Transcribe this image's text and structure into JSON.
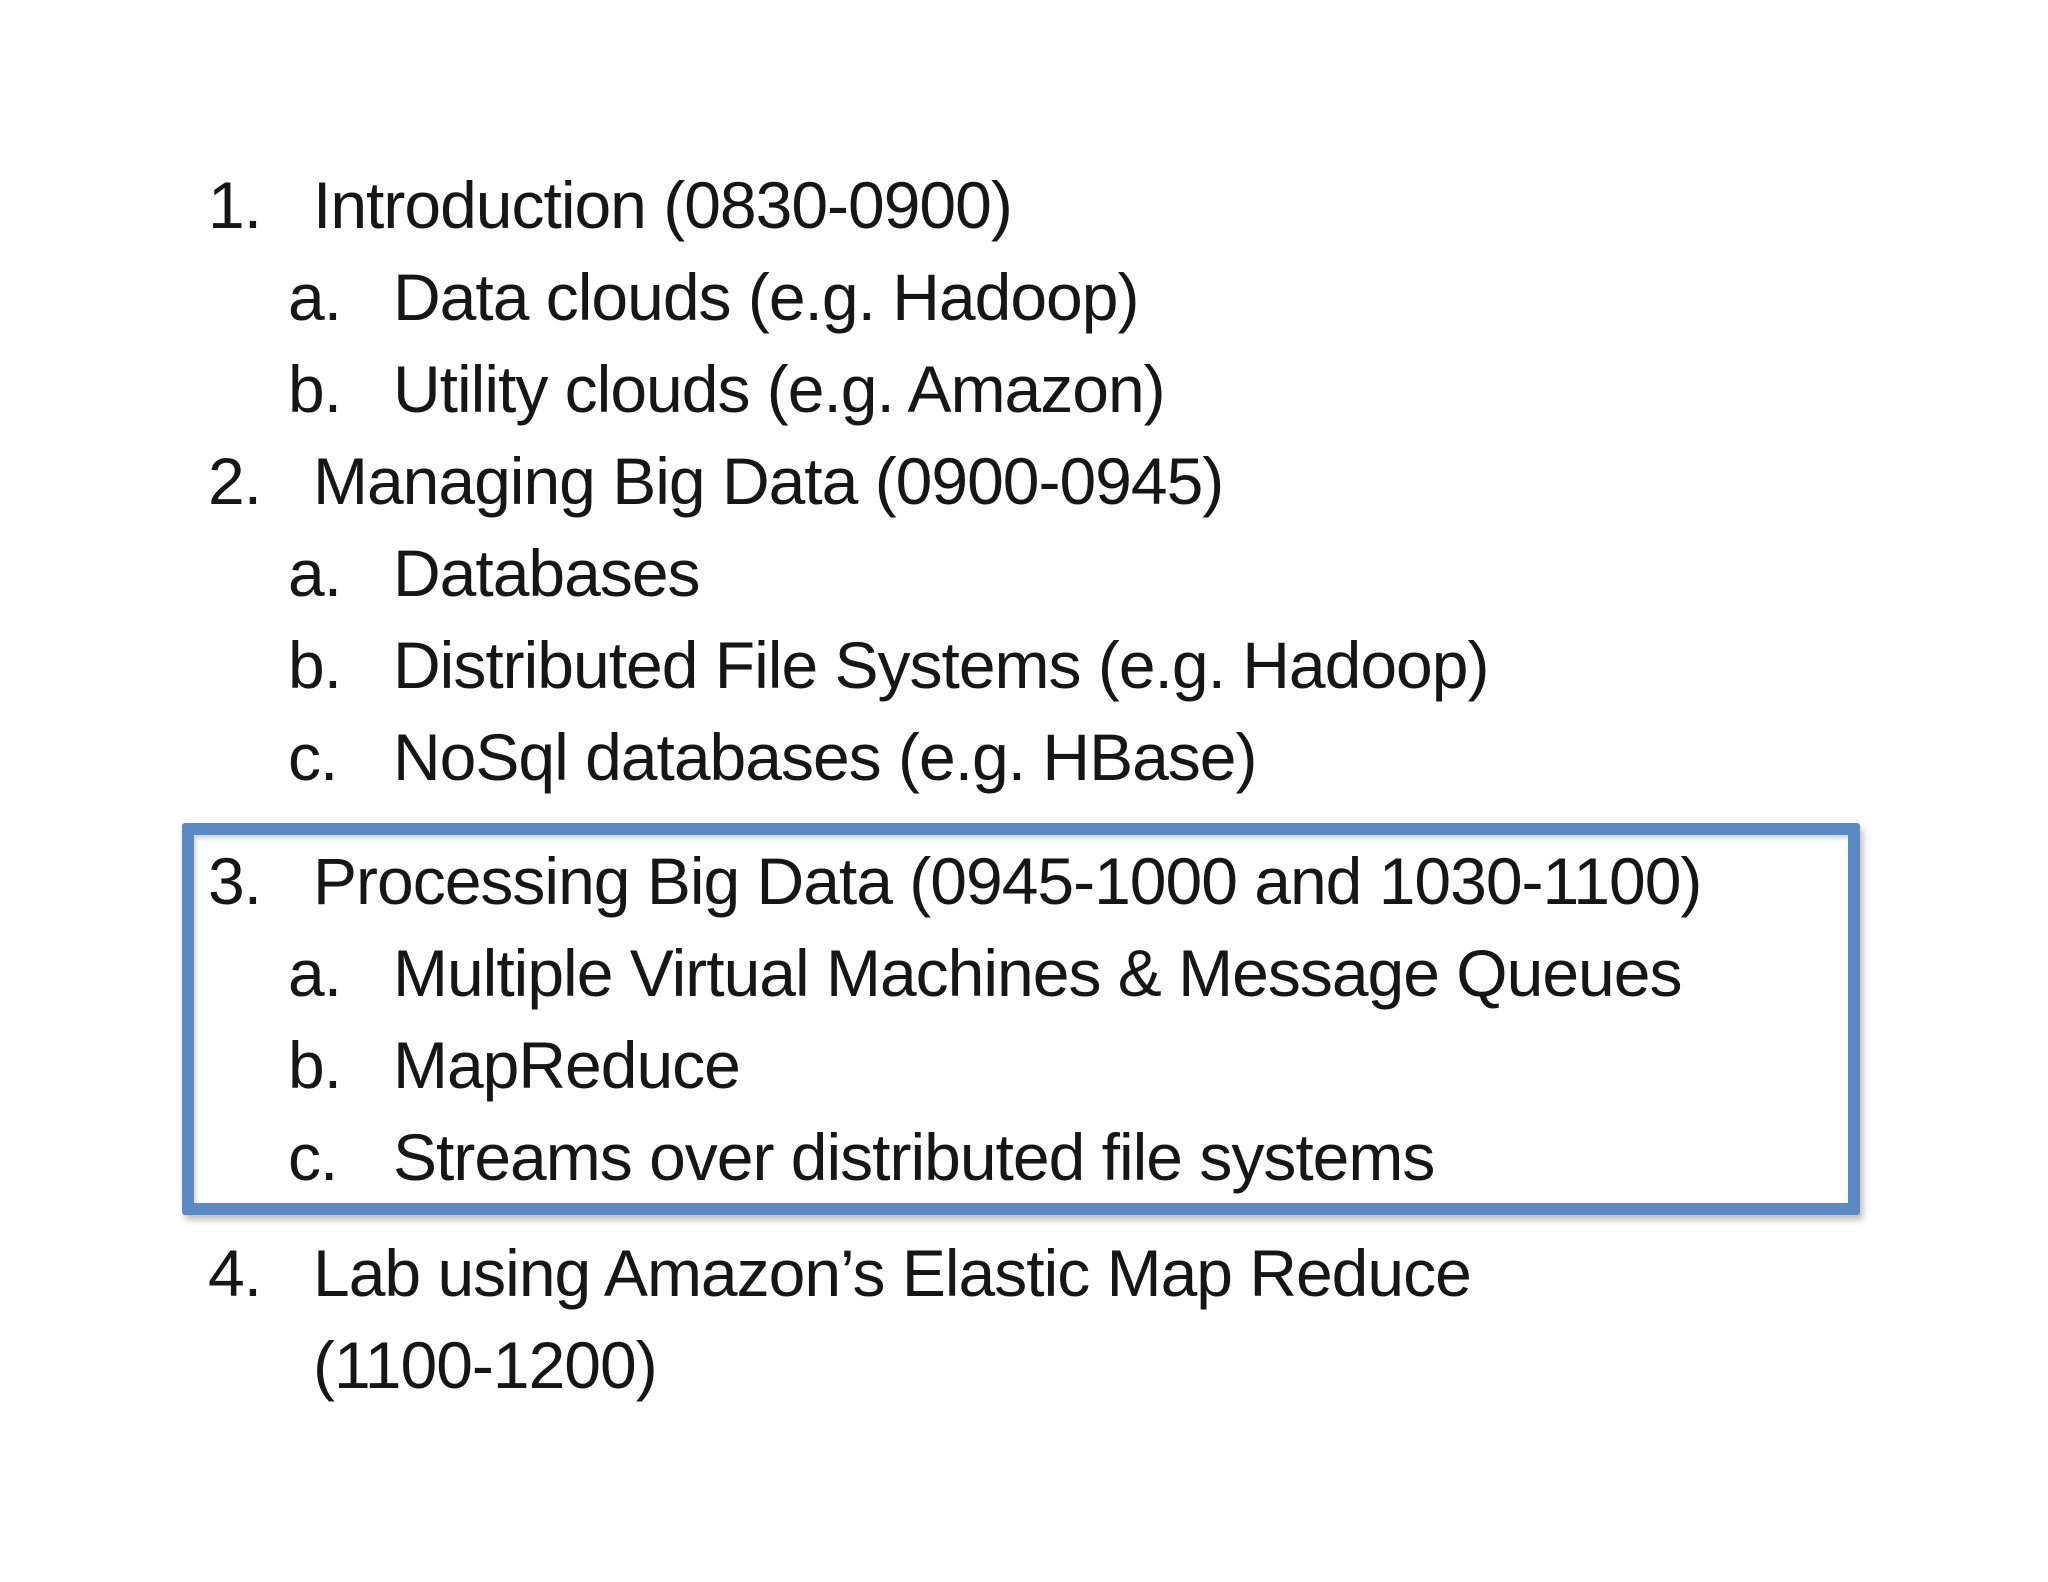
{
  "slide": {
    "background_color": "#ffffff",
    "text_color": "#161616"
  },
  "outline": {
    "highlight_box_color": "#5b89c4",
    "items": [
      {
        "number": "1.",
        "label": "Introduction (0830-0900)",
        "highlighted": false,
        "sub_items": [
          {
            "letter": "a.",
            "label": "Data clouds (e.g. Hadoop)"
          },
          {
            "letter": "b.",
            "label": "Utility clouds (e.g. Amazon)"
          }
        ]
      },
      {
        "number": "2.",
        "label": "Managing Big Data (0900-0945)",
        "highlighted": false,
        "sub_items": [
          {
            "letter": "a.",
            "label": "Databases"
          },
          {
            "letter": "b.",
            "label": "Distributed File Systems (e.g. Hadoop)"
          },
          {
            "letter": "c.",
            "label": "NoSql databases (e.g. HBase)"
          }
        ]
      },
      {
        "number": "3.",
        "label": "Processing Big Data (0945-1000 and 1030-1100)",
        "highlighted": true,
        "sub_items": [
          {
            "letter": "a.",
            "label": "Multiple Virtual Machines & Message Queues"
          },
          {
            "letter": "b.",
            "label": "MapReduce"
          },
          {
            "letter": "c.",
            "label": "Streams over distributed file systems"
          }
        ]
      },
      {
        "number": "4.",
        "label": "Lab using Amazon’s Elastic Map Reduce",
        "label_line2": "(1100-1200)",
        "highlighted": false,
        "sub_items": []
      }
    ]
  }
}
